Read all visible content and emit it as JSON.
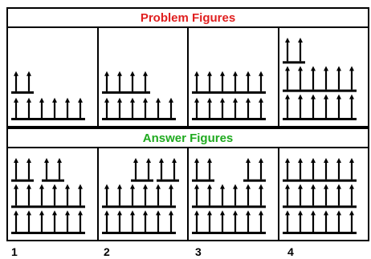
{
  "problem_title": "Problem Figures",
  "answer_title": "Answer Figures",
  "options": [
    "1",
    "2",
    "3",
    "4"
  ],
  "colors": {
    "problem_title": "#e02020",
    "answer_title": "#1faa1f",
    "ink": "#000000"
  },
  "problem_figures": [
    {
      "shelves": [
        {
          "arrows": 2
        },
        {
          "arrows": 6
        }
      ]
    },
    {
      "shelves": [
        {
          "arrows": 4
        },
        {
          "arrows": 6
        }
      ]
    },
    {
      "shelves": [
        {
          "arrows": 6
        },
        {
          "arrows": 6
        }
      ]
    },
    {
      "shelves": [
        {
          "arrows": 2
        },
        {
          "arrows": 6
        },
        {
          "arrows": 6
        }
      ]
    }
  ],
  "answer_figures": [
    {
      "shelves": [
        {
          "groups": [
            2,
            2
          ]
        },
        {
          "arrows": 6
        },
        {
          "arrows": 6
        }
      ]
    },
    {
      "shelves": [
        {
          "groups": [
            2,
            2
          ],
          "align": "right"
        },
        {
          "arrows": 6
        },
        {
          "arrows": 6
        }
      ]
    },
    {
      "shelves": [
        {
          "groups": [
            2,
            2
          ],
          "spread": true
        },
        {
          "arrows": 6
        },
        {
          "arrows": 6
        }
      ]
    },
    {
      "shelves": [
        {
          "arrows": 6
        },
        {
          "arrows": 6
        },
        {
          "arrows": 6
        }
      ]
    }
  ]
}
